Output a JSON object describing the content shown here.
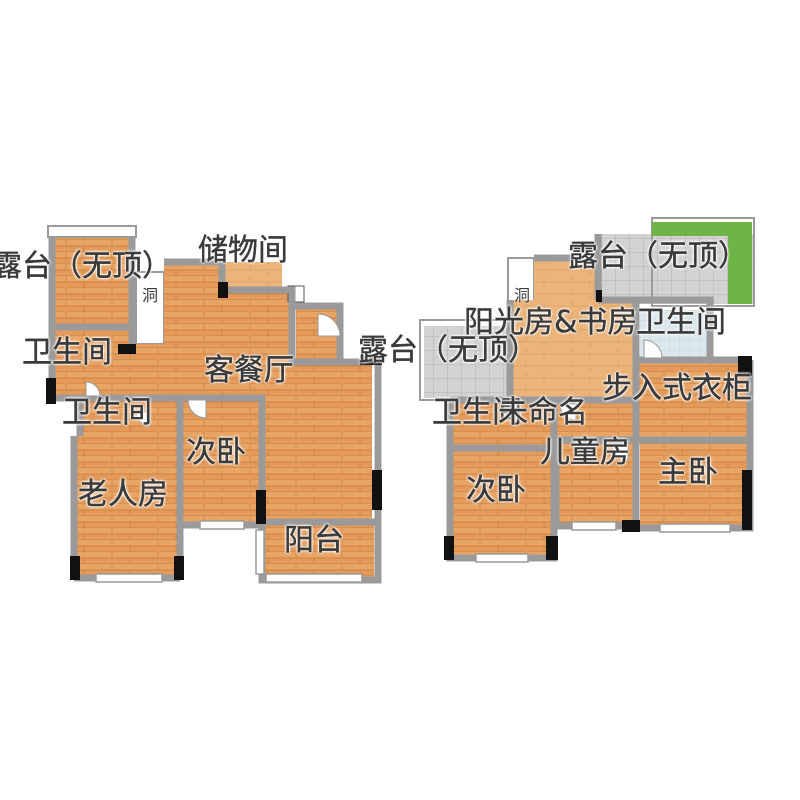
{
  "colors": {
    "wood_light": "#e8a060",
    "wood_dark": "#d67f3a",
    "wall": "#9a9a9a",
    "wall_dark": "#111111",
    "tile": "#cfcfcf",
    "tile_line": "#a8a8a8",
    "grass": "#6fb447",
    "bath": "#d9e8ee",
    "text": "#3a3a3a"
  },
  "floors": [
    {
      "rooms": [
        {
          "id": "terrace",
          "label": "露台（无顶）"
        },
        {
          "id": "storage",
          "label": "储物间"
        },
        {
          "id": "hole",
          "label": "洞"
        },
        {
          "id": "bath-a",
          "label": "卫生间"
        },
        {
          "id": "living-dining",
          "label": "客餐厅"
        },
        {
          "id": "bath-b",
          "label": "卫生间"
        },
        {
          "id": "second-bedroom",
          "label": "次卧"
        },
        {
          "id": "elder-room",
          "label": "老人房"
        },
        {
          "id": "balcony",
          "label": "阳台"
        }
      ]
    },
    {
      "rooms": [
        {
          "id": "terrace-top",
          "label": "露台（无顶）"
        },
        {
          "id": "hole",
          "label": "洞"
        },
        {
          "id": "sunroom-study",
          "label": "阳光房&书房"
        },
        {
          "id": "bath-c",
          "label": "卫生间"
        },
        {
          "id": "terrace-left",
          "label": "露台（无顶）"
        },
        {
          "id": "walk-in",
          "label": "步入式衣柜"
        },
        {
          "id": "bath-d",
          "label": "卫生间"
        },
        {
          "id": "unnamed",
          "label": "未命名"
        },
        {
          "id": "kids-room",
          "label": "儿童房"
        },
        {
          "id": "master-bedroom",
          "label": "主卧"
        },
        {
          "id": "second-bedroom",
          "label": "次卧"
        }
      ]
    }
  ]
}
